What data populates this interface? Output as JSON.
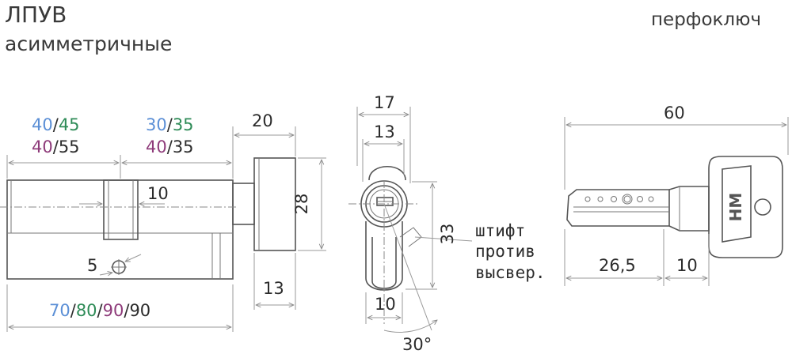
{
  "header": {
    "title": "ЛПУВ",
    "subtitle": "асимметричные",
    "key_type": "перфоключ"
  },
  "colors": {
    "blue": "#5b8fd6",
    "green": "#2e8b57",
    "purple": "#8e3b7a",
    "dark": "#2c2c2c",
    "line": "#555555"
  },
  "cylinder": {
    "left_dims": {
      "top_a": "40",
      "top_b": "45",
      "mid_a": "40",
      "mid_b": "55",
      "sep": "/"
    },
    "right_dims": {
      "top_a": "30",
      "top_b": "35",
      "mid_a": "40",
      "mid_b": "35",
      "sep": "/"
    },
    "thumb_width": "20",
    "cam_width": "10",
    "thumb_height": "28",
    "screw_dist": "5",
    "thumb_offset": "13",
    "total_lengths": [
      "70",
      "80",
      "90",
      "90"
    ],
    "total_sep": "/"
  },
  "profile": {
    "outer_width": "17",
    "inner_width": "13",
    "height": "33",
    "cam_width": "10",
    "cam_angle": "30°",
    "pin_note": [
      "штифт",
      "против",
      "высвер."
    ]
  },
  "key": {
    "total_length": "60",
    "blade_length": "26,5",
    "shoulder": "10",
    "logo": "НМ"
  }
}
